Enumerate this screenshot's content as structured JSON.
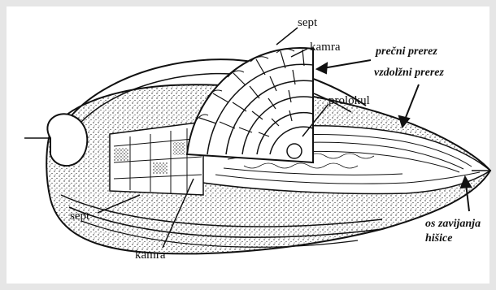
{
  "labels": {
    "sept_top": "sept",
    "kamra_top": "kamra",
    "precni": "prečni prerez",
    "vzdolzni": "vzdolžni prerez",
    "prolokul": "prolokul",
    "sept_left": "sept",
    "kamra_bottom": "kamra",
    "os_line1": "os zavijanja",
    "os_line2": "hišice"
  },
  "colors": {
    "background": "#e6e6e6",
    "ink": "#111111",
    "paper": "#ffffff"
  }
}
